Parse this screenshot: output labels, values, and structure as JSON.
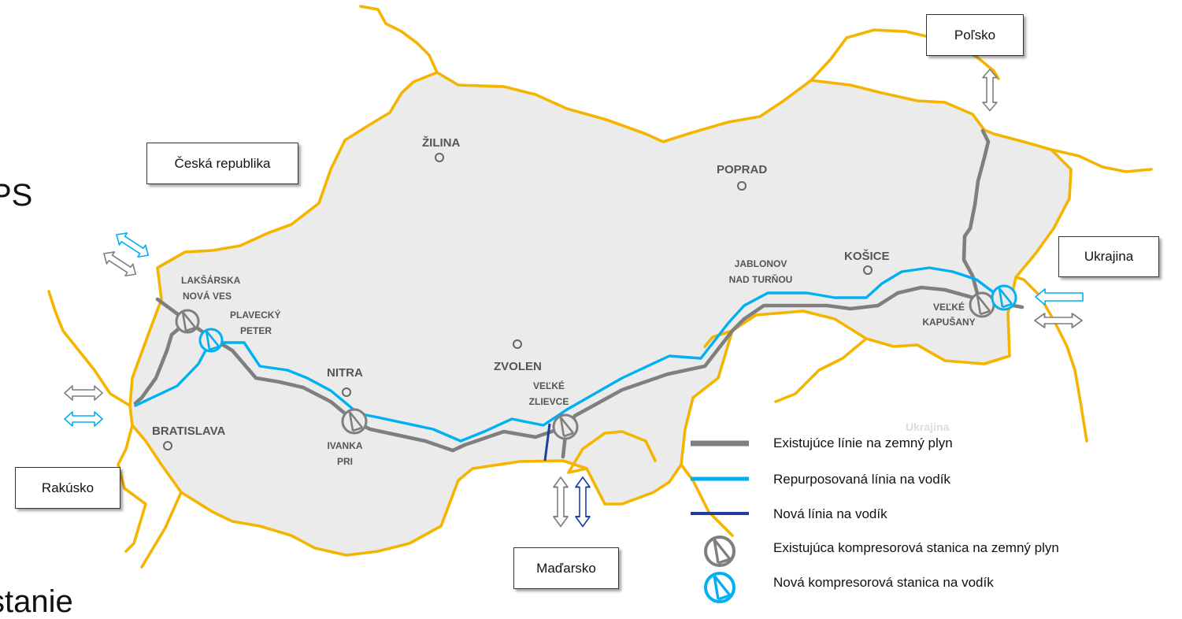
{
  "fragments": {
    "left_mid": "PS",
    "bottom_left": "stanie"
  },
  "countries": {
    "poland": "Poľsko",
    "czech": "Česká republika",
    "ukraine": "Ukrajina",
    "austria": "Rakúsko",
    "hungary": "Maďarsko",
    "ghost": "Ukrajina"
  },
  "cities": {
    "zilina": "ŽILINA",
    "poprad": "POPRAD",
    "kosice": "KOŠICE",
    "nitra": "NITRA",
    "zvolen": "ZVOLEN",
    "bratislava": "BRATISLAVA"
  },
  "stations": {
    "laksarska_1": "LAKŠÁRSKA",
    "laksarska_2": "NOVÁ VES",
    "plavecky_1": "PLAVECKÝ",
    "plavecky_2": "PETER",
    "jablonov_1": "JABLONOV",
    "jablonov_2": "NAD TURŇOU",
    "velke_kap_1": "VEĽKÉ",
    "velke_kap_2": "KAPUŠANY",
    "velke_zl_1": "VEĽKÉ",
    "velke_zl_2": "ZLIEVCE",
    "ivanka_1": "IVANKA",
    "ivanka_2": "PRI"
  },
  "legend": {
    "existing_line": "Existujúce línie na zemný plyn",
    "repurposed_line": "Repurposovaná línia na vodík",
    "new_line": "Nová línia na vodík",
    "existing_station": "Existujúca kompresorová stanica na zemný plyn",
    "new_station": "Nová kompresorová stanica na vodík"
  },
  "colors": {
    "border": "#F5B400",
    "country_fill": "#EBEBEB",
    "existing_line": "#7F7F7F",
    "repurposed_line": "#00B0F0",
    "new_line": "#1F3FA0"
  }
}
